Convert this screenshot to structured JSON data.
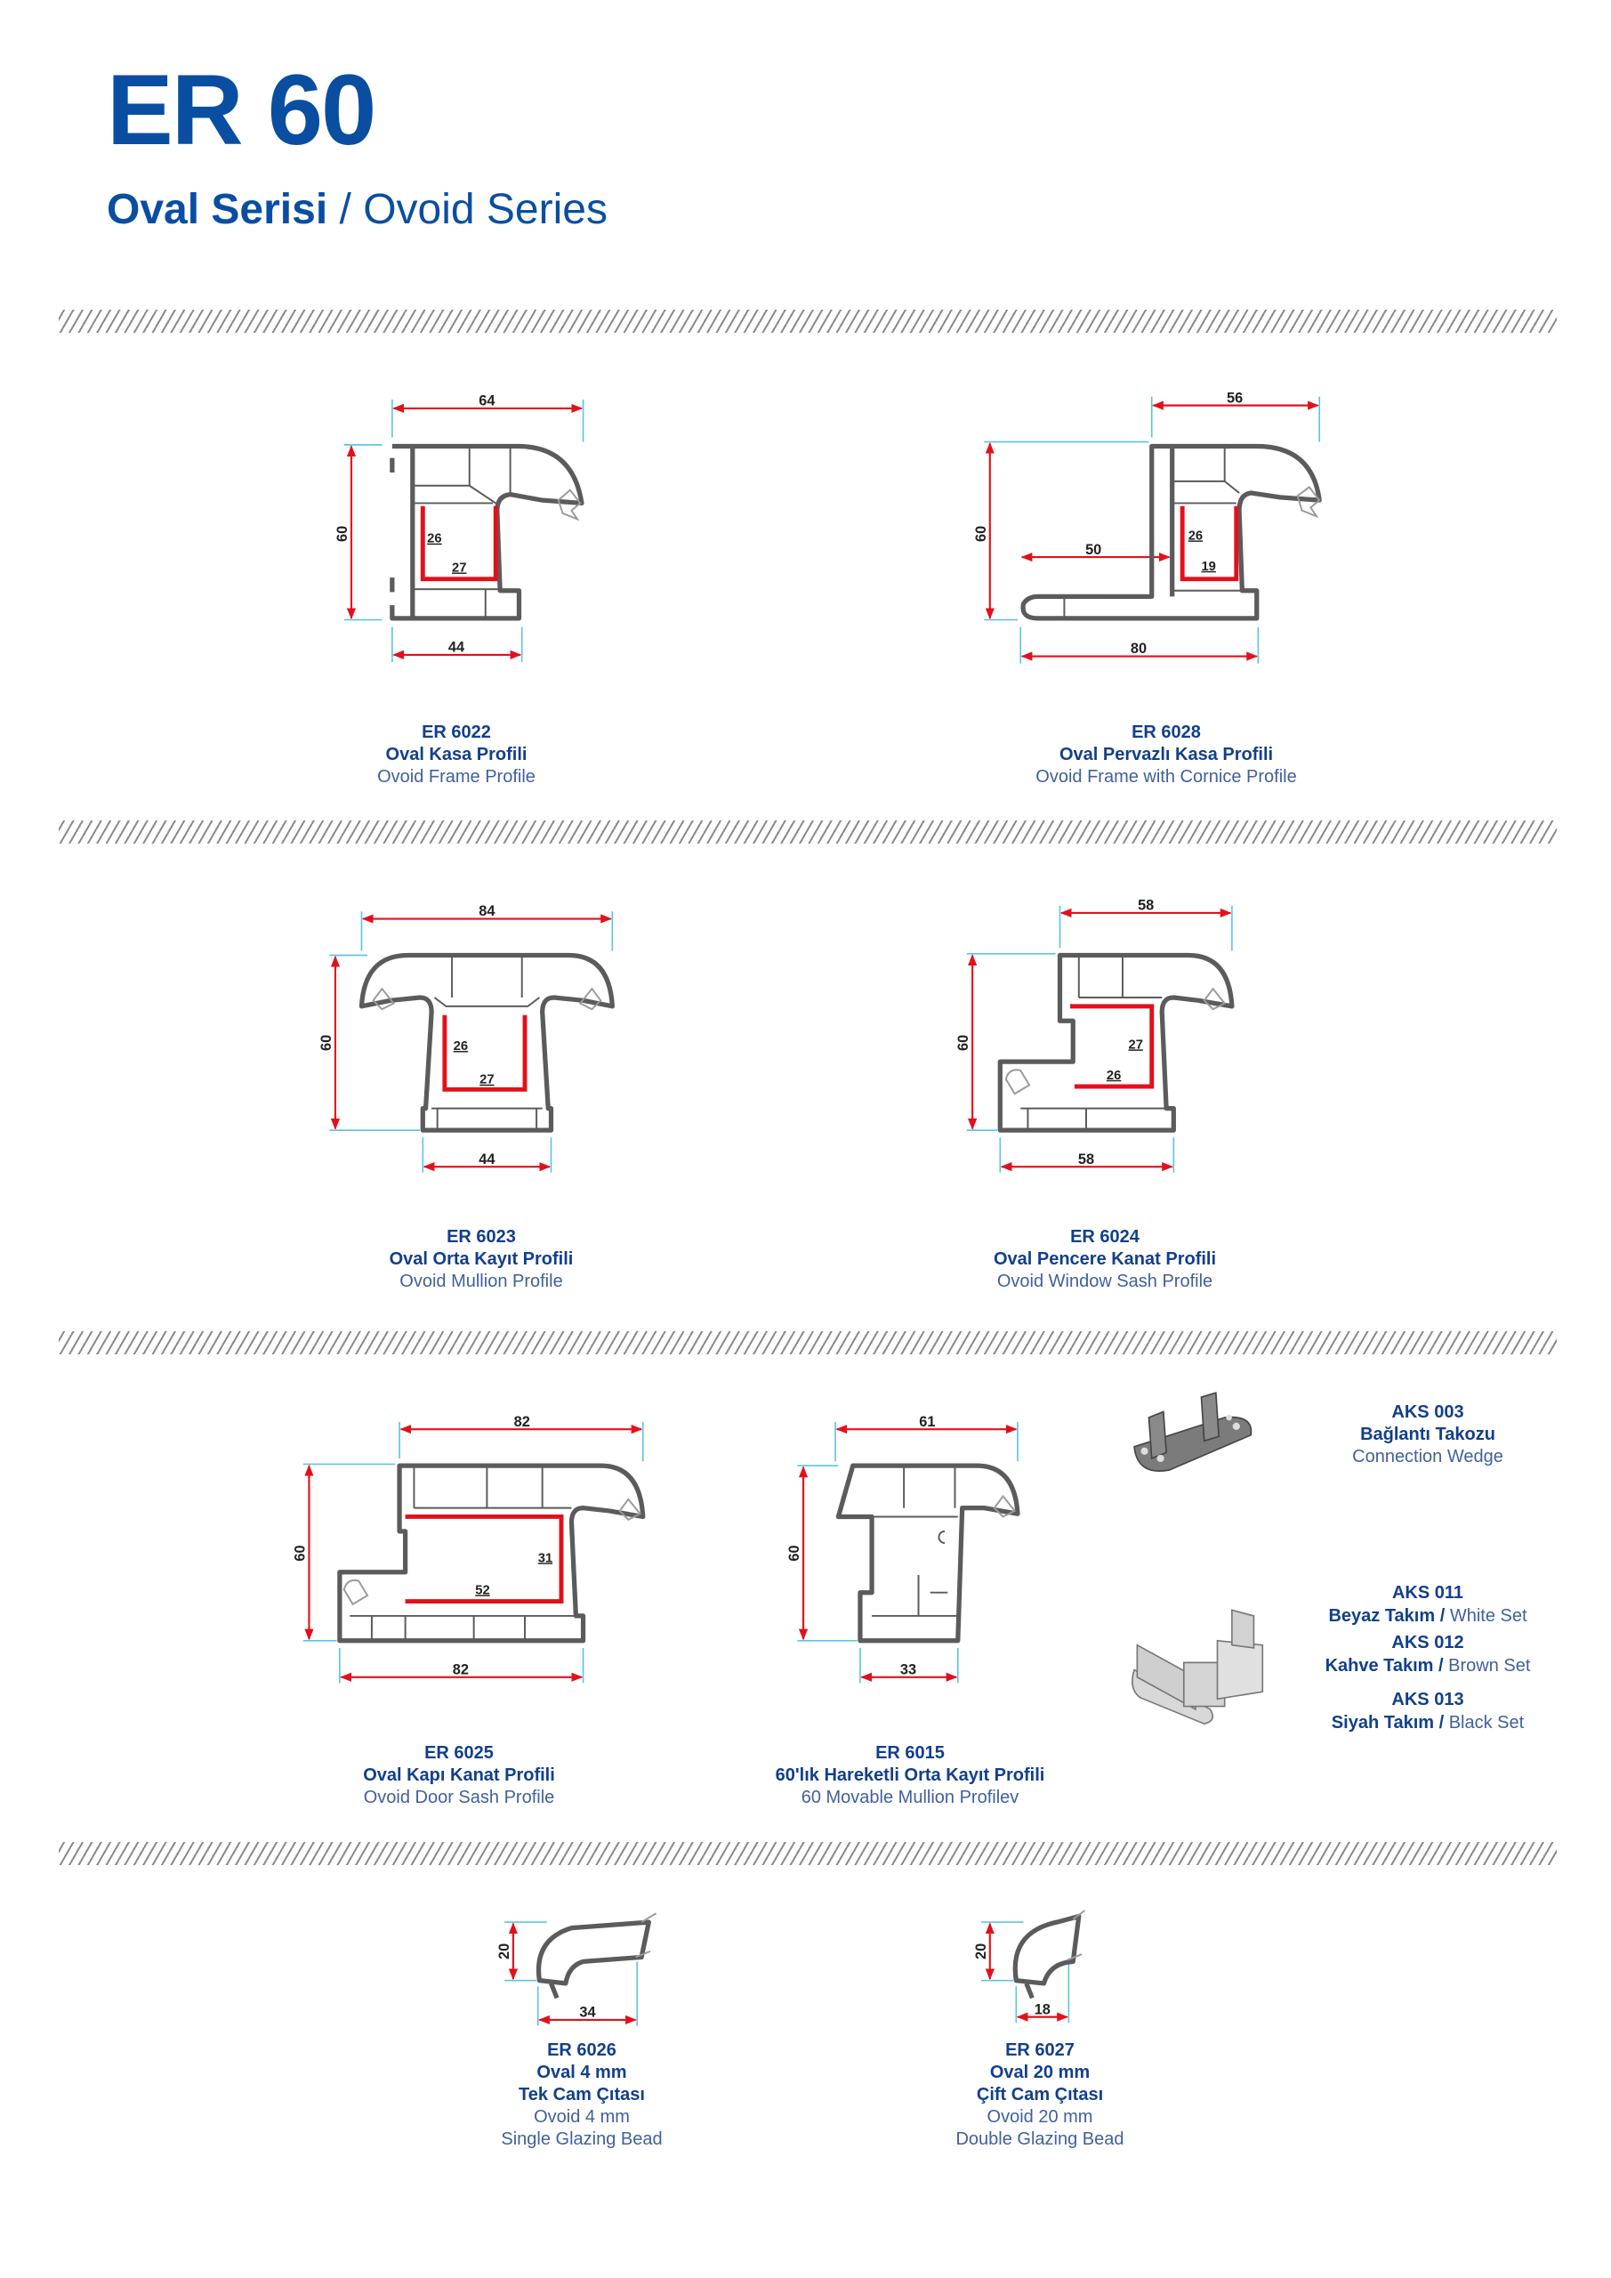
{
  "header": {
    "title": "ER 60",
    "subtitle_tr": "Oval Serisi",
    "subtitle_sep": "/",
    "subtitle_en": "Ovoid Series"
  },
  "colors": {
    "brand_blue": "#0a4ea2",
    "dimension_red": "#e3101b",
    "extension_cyan": "#5fc4e0",
    "profile_gray": "#5b5b5b"
  },
  "profiles": [
    {
      "code": "ER 6022",
      "tr": [
        "Oval Kasa Profili"
      ],
      "en": [
        "Ovoid Frame Profile"
      ],
      "dims": {
        "top": "64",
        "height": "60",
        "bottom": "44",
        "in1": "26",
        "in2": "27"
      }
    },
    {
      "code": "ER 6028",
      "tr": [
        "Oval Pervazlı Kasa Profili"
      ],
      "en": [
        "Ovoid Frame with Cornice Profile"
      ],
      "dims": {
        "top": "56",
        "height": "60",
        "mid": "50",
        "bottom": "80",
        "in1": "26",
        "in2": "19"
      }
    },
    {
      "code": "ER 6023",
      "tr": [
        "Oval Orta Kayıt Profili"
      ],
      "en": [
        "Ovoid Mullion Profile"
      ],
      "dims": {
        "top": "84",
        "height": "60",
        "bottom": "44",
        "in1": "26",
        "in2": "27"
      }
    },
    {
      "code": "ER 6024",
      "tr": [
        "Oval Pencere Kanat Profili"
      ],
      "en": [
        "Ovoid Window Sash Profile"
      ],
      "dims": {
        "top": "58",
        "height": "60",
        "bottom": "58",
        "in1": "27",
        "in2": "26"
      }
    },
    {
      "code": "ER 6025",
      "tr": [
        "Oval Kapı Kanat Profili"
      ],
      "en": [
        "Ovoid Door Sash Profile"
      ],
      "dims": {
        "top": "82",
        "height": "60",
        "bottom": "82",
        "in1": "31",
        "in2": "52"
      }
    },
    {
      "code": "ER 6015",
      "tr": [
        "60'lık Hareketli Orta Kayıt Profili"
      ],
      "en": [
        "60 Movable Mullion Profilev"
      ],
      "dims": {
        "top": "61",
        "height": "60",
        "bottom": "33"
      }
    },
    {
      "code": "ER 6026",
      "tr": [
        "Oval 4 mm",
        "Tek Cam Çıtası"
      ],
      "en": [
        "Ovoid 4 mm",
        "Single Glazing Bead"
      ],
      "dims": {
        "height": "20",
        "bottom": "34"
      }
    },
    {
      "code": "ER 6027",
      "tr": [
        "Oval 20 mm",
        "Çift Cam Çıtası"
      ],
      "en": [
        "Ovoid 20 mm",
        "Double Glazing Bead"
      ],
      "dims": {
        "height": "20",
        "bottom": "18"
      }
    }
  ],
  "accessories": {
    "wedge": {
      "code": "AKS 003",
      "tr": "Bağlantı Takozu",
      "en": "Connection Wedge"
    },
    "sets": [
      {
        "code": "AKS 011",
        "tr": "Beyaz Takım",
        "sep": "/",
        "en": "White Set"
      },
      {
        "code": "AKS 012",
        "tr": "Kahve Takım",
        "sep": "/",
        "en": "Brown Set"
      },
      {
        "code": "AKS 013",
        "tr": "Siyah Takım",
        "sep": "/",
        "en": "Black Set"
      }
    ]
  }
}
